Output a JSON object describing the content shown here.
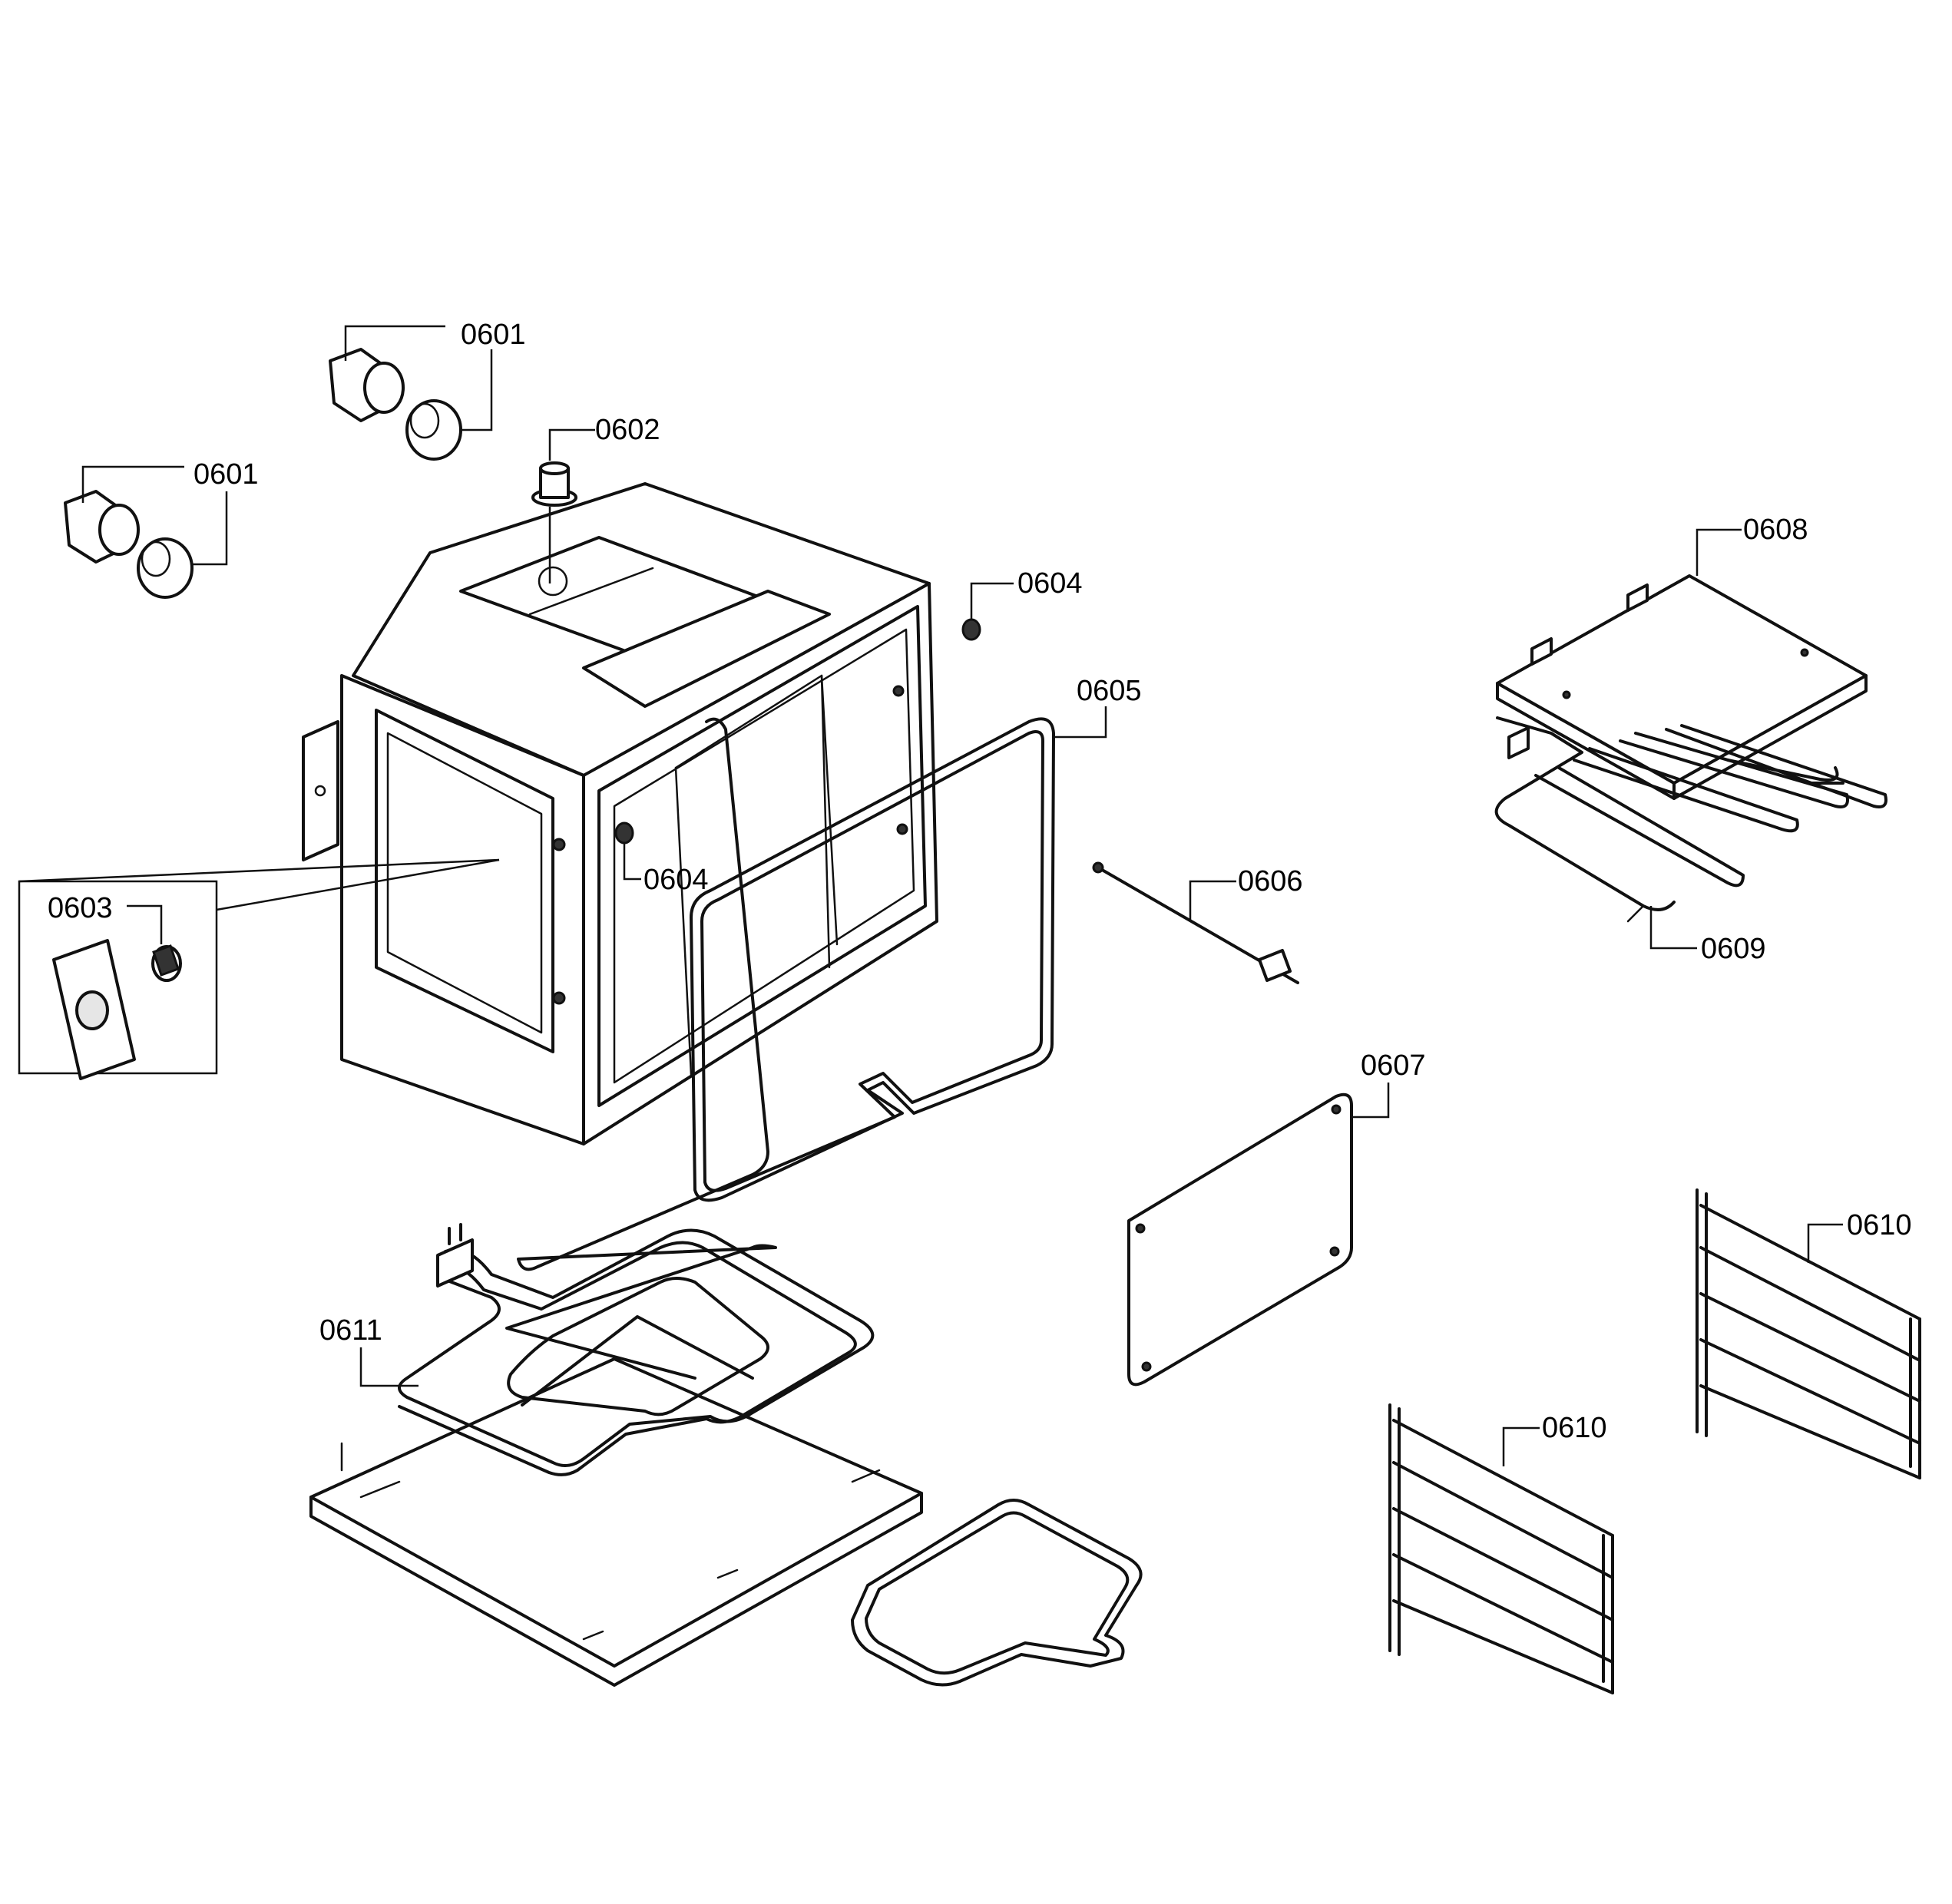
{
  "parts": [
    {
      "id": "lamp-top",
      "label": "0601"
    },
    {
      "id": "lamp-left",
      "label": "0601"
    },
    {
      "id": "fan-motor",
      "label": "0602"
    },
    {
      "id": "rear-lamp-inset",
      "label": "0603"
    },
    {
      "id": "plug-right",
      "label": "0604"
    },
    {
      "id": "plug-front",
      "label": "0604"
    },
    {
      "id": "door-gasket",
      "label": "0605"
    },
    {
      "id": "temp-sensor",
      "label": "0606"
    },
    {
      "id": "side-panel",
      "label": "0607"
    },
    {
      "id": "broil-cover",
      "label": "0608"
    },
    {
      "id": "broil-element",
      "label": "0609"
    },
    {
      "id": "rack-guide-right",
      "label": "0610"
    },
    {
      "id": "rack-guide-left",
      "label": "0610"
    },
    {
      "id": "bake-element",
      "label": "0611"
    }
  ]
}
